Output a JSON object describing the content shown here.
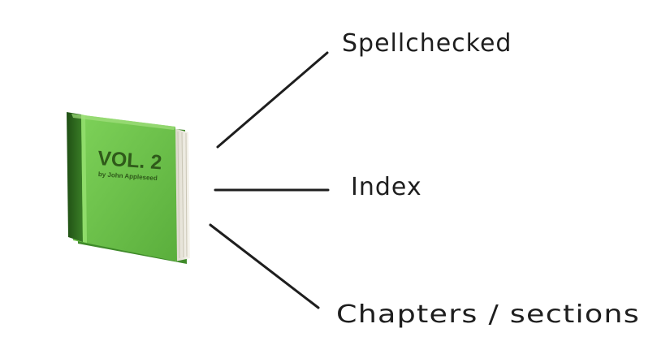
{
  "book": {
    "icon": "green-book-icon",
    "title": "VOL. 2",
    "author": "by John Appleseed",
    "colors": {
      "cover": "#6cc24a",
      "spine": "#2f6b1f",
      "pages": "#f1efe6",
      "text": "#2f5a1a"
    }
  },
  "branches": [
    {
      "label": "Spellchecked"
    },
    {
      "label": "Index"
    },
    {
      "label": "Chapters / sections"
    }
  ],
  "colors": {
    "ink": "#1e1e1e",
    "background": "#ffffff"
  }
}
